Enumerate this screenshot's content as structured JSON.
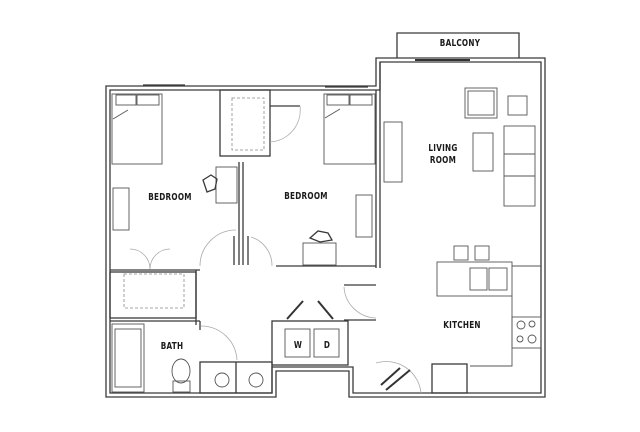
{
  "floorplan": {
    "rooms": {
      "balcony": "BALCONY",
      "living_room_line1": "LIVING",
      "living_room_line2": "ROOM",
      "bedroom_1": "BEDROOM",
      "bedroom_2": "BEDROOM",
      "kitchen": "KITCHEN",
      "bath": "BATH",
      "washer": "W",
      "dryer": "D"
    },
    "colors": {
      "wall": "#3a3a3a",
      "background": "#ffffff"
    }
  }
}
